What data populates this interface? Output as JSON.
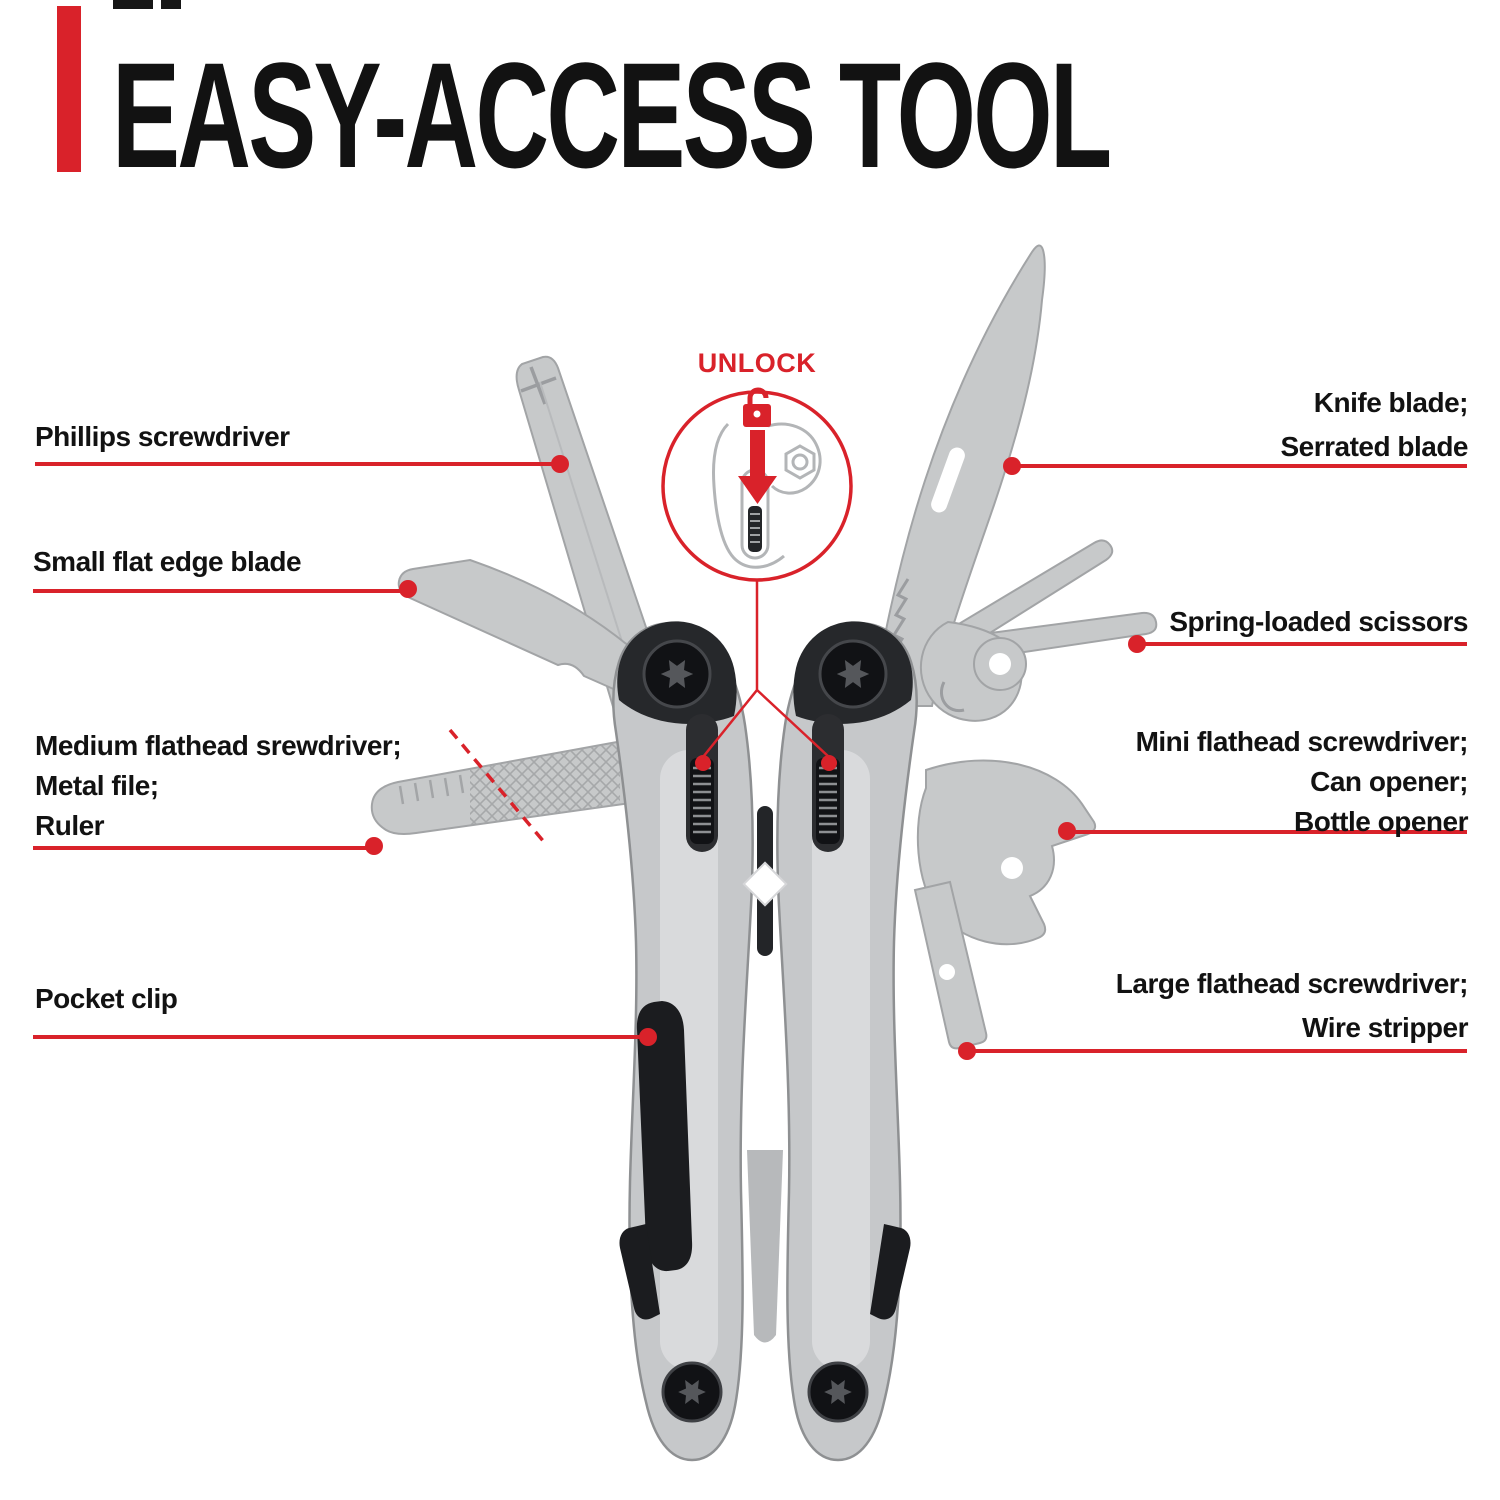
{
  "header": {
    "title": "EASY-ACCESS TOOL"
  },
  "unlock": {
    "label": "UNLOCK"
  },
  "callouts": {
    "left": [
      {
        "name": "phillips-screwdriver",
        "text": "Phillips screwdriver"
      },
      {
        "name": "small-flat-edge-blade",
        "text": "Small flat edge blade"
      },
      {
        "name": "medium-flathead-file-ruler",
        "text": "Medium flathead srewdriver;\nMetal file;\nRuler"
      },
      {
        "name": "pocket-clip",
        "text": "Pocket clip"
      }
    ],
    "right": [
      {
        "name": "knife-serrated-blade",
        "text": "Knife blade;\nSerrated blade"
      },
      {
        "name": "spring-loaded-scissors",
        "text": "Spring-loaded scissors"
      },
      {
        "name": "mini-flathead-can-bottle-opener",
        "text": "Mini flathead screwdriver;\nCan opener;\nBottle opener"
      },
      {
        "name": "large-flathead-wire-stripper",
        "text": "Large flathead screwdriver;\nWire stripper"
      }
    ]
  },
  "icons": {
    "padlock": "unlock-padlock-icon",
    "arrow": "down-arrow-icon",
    "screws": "torx-screw-icon"
  },
  "colors": {
    "accent_red": "#d9222a",
    "text_black": "#121212",
    "tool_gray": "#c7c9ca",
    "handle_gray": "#c6c8ca",
    "handle_dark": "#1b1c1f",
    "background": "#ffffff"
  }
}
